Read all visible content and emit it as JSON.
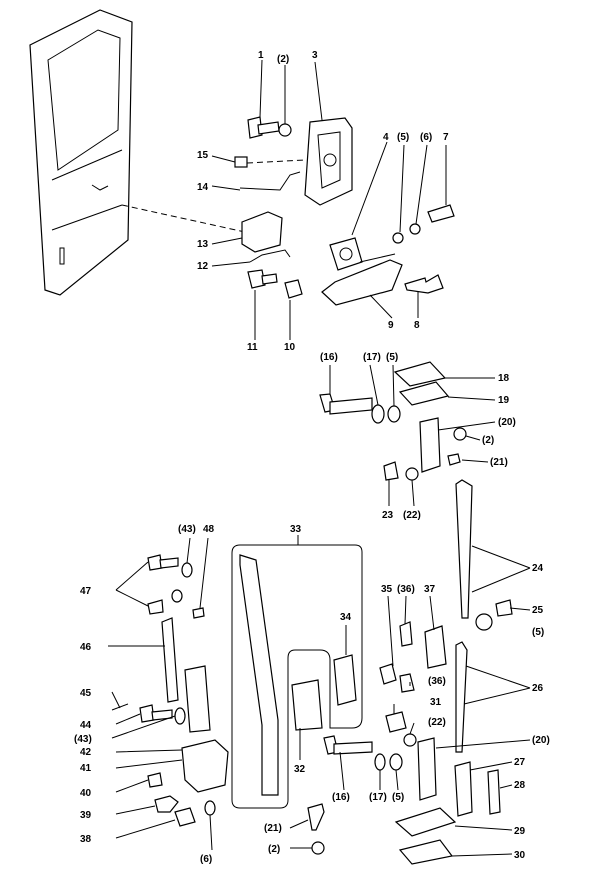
{
  "labels": [
    {
      "id": "l1",
      "text": "1"
    },
    {
      "id": "l2a",
      "text": "(2)"
    },
    {
      "id": "l3",
      "text": "3"
    },
    {
      "id": "l4",
      "text": "4"
    },
    {
      "id": "l5a",
      "text": "(5)"
    },
    {
      "id": "l6a",
      "text": "(6)"
    },
    {
      "id": "l7",
      "text": "7"
    },
    {
      "id": "l15",
      "text": "15"
    },
    {
      "id": "l14",
      "text": "14"
    },
    {
      "id": "l13",
      "text": "13"
    },
    {
      "id": "l12",
      "text": "12"
    },
    {
      "id": "l11",
      "text": "11"
    },
    {
      "id": "l10",
      "text": "10"
    },
    {
      "id": "l9",
      "text": "9"
    },
    {
      "id": "l8",
      "text": "8"
    },
    {
      "id": "l16a",
      "text": "(16)"
    },
    {
      "id": "l17a",
      "text": "(17)"
    },
    {
      "id": "l5b",
      "text": "(5)"
    },
    {
      "id": "l18",
      "text": "18"
    },
    {
      "id": "l19",
      "text": "19"
    },
    {
      "id": "l20a",
      "text": "(20)"
    },
    {
      "id": "l2b",
      "text": "(2)"
    },
    {
      "id": "l21a",
      "text": "(21)"
    },
    {
      "id": "l23",
      "text": "23"
    },
    {
      "id": "l22a",
      "text": "(22)"
    },
    {
      "id": "l24",
      "text": "24"
    },
    {
      "id": "l33",
      "text": "33"
    },
    {
      "id": "l43a",
      "text": "(43)"
    },
    {
      "id": "l48",
      "text": "48"
    },
    {
      "id": "l47",
      "text": "47"
    },
    {
      "id": "l35",
      "text": "35"
    },
    {
      "id": "l36a",
      "text": "(36)"
    },
    {
      "id": "l37",
      "text": "37"
    },
    {
      "id": "l25",
      "text": "25"
    },
    {
      "id": "l5c",
      "text": "(5)"
    },
    {
      "id": "l34",
      "text": "34"
    },
    {
      "id": "l46",
      "text": "46"
    },
    {
      "id": "l36b",
      "text": "(36)"
    },
    {
      "id": "l26",
      "text": "26"
    },
    {
      "id": "l45",
      "text": "45"
    },
    {
      "id": "l31",
      "text": "31"
    },
    {
      "id": "l44",
      "text": "44"
    },
    {
      "id": "l43b",
      "text": "(43)"
    },
    {
      "id": "l22b",
      "text": "(22)"
    },
    {
      "id": "l42",
      "text": "42"
    },
    {
      "id": "l20b",
      "text": "(20)"
    },
    {
      "id": "l41",
      "text": "41"
    },
    {
      "id": "l32",
      "text": "32"
    },
    {
      "id": "l27",
      "text": "27"
    },
    {
      "id": "l28",
      "text": "28"
    },
    {
      "id": "l40",
      "text": "40"
    },
    {
      "id": "l16b",
      "text": "(16)"
    },
    {
      "id": "l17b",
      "text": "(17)"
    },
    {
      "id": "l5d",
      "text": "(5)"
    },
    {
      "id": "l39",
      "text": "39"
    },
    {
      "id": "l38",
      "text": "38"
    },
    {
      "id": "l21b",
      "text": "(21)"
    },
    {
      "id": "l29",
      "text": "29"
    },
    {
      "id": "l6b",
      "text": "(6)"
    },
    {
      "id": "l2c",
      "text": "(2)"
    },
    {
      "id": "l30",
      "text": "30"
    }
  ]
}
